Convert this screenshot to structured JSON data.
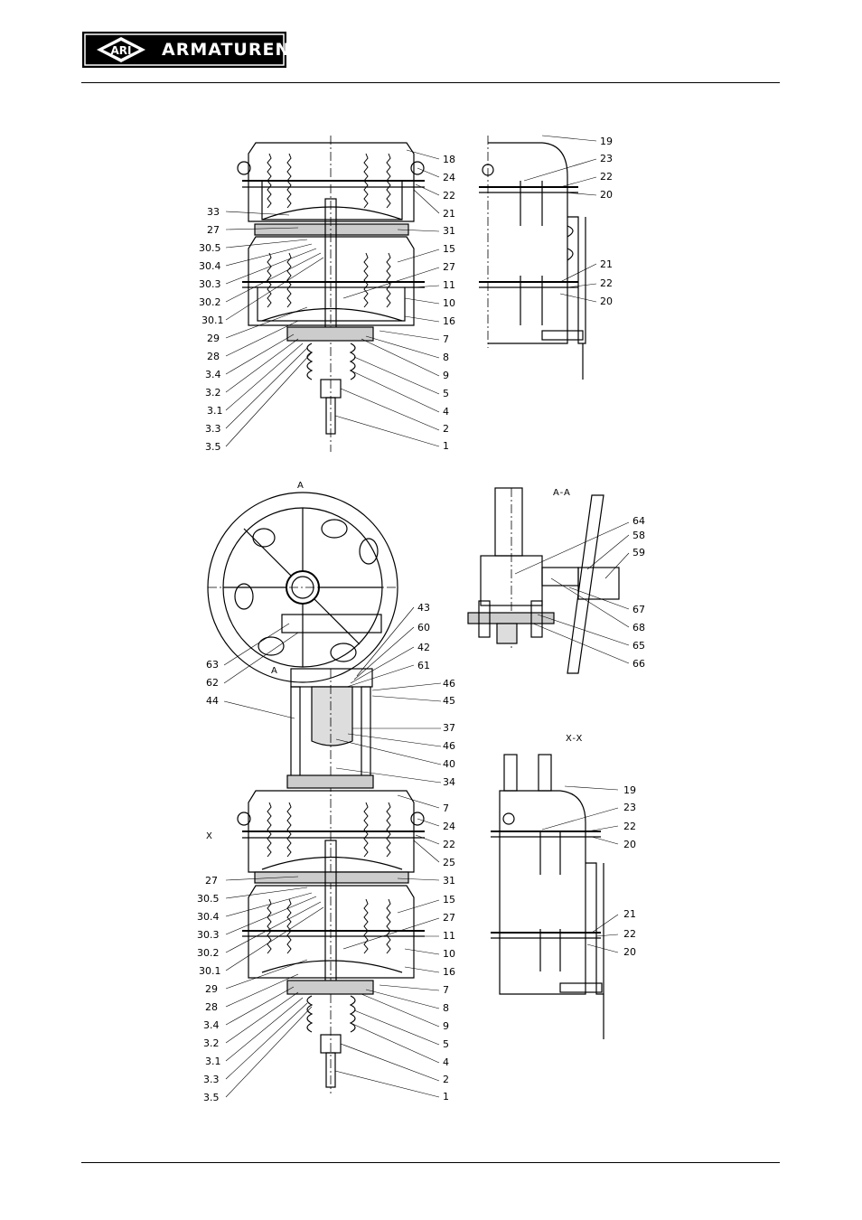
{
  "header": {
    "logo_mark": "ARI",
    "brand": "ARMATUREN"
  },
  "figure_top": {
    "main_left": [
      "33",
      "27",
      "30.5",
      "30.4",
      "30.3",
      "30.2",
      "30.1",
      "29",
      "28",
      "3.4",
      "3.2",
      "3.1",
      "3.3",
      "3.5"
    ],
    "main_right": [
      "18",
      "24",
      "22",
      "21",
      "31",
      "15",
      "27",
      "11",
      "10",
      "16",
      "7",
      "8",
      "9",
      "5",
      "4",
      "2",
      "1"
    ],
    "side_right": [
      "19",
      "23",
      "22",
      "20",
      "21",
      "22",
      "20"
    ]
  },
  "figure_bottom": {
    "section_aa": "A-A",
    "section_xx": "X-X",
    "section_mark_a": "A",
    "section_mark_x": "X",
    "aa_labels": [
      "64",
      "58",
      "59",
      "67",
      "68",
      "65",
      "66"
    ],
    "handwheel_left": [
      "63",
      "62",
      "44"
    ],
    "handwheel_right": [
      "43",
      "60",
      "42",
      "61",
      "46",
      "45",
      "37",
      "46",
      "40",
      "34"
    ],
    "main_left": [
      "27",
      "30.5",
      "30.4",
      "30.3",
      "30.2",
      "30.1",
      "29",
      "28",
      "3.4",
      "3.2",
      "3.1",
      "3.3",
      "3.5"
    ],
    "main_right": [
      "7",
      "24",
      "22",
      "25",
      "31",
      "15",
      "27",
      "11",
      "10",
      "16",
      "7",
      "8",
      "9",
      "5",
      "4",
      "2",
      "1"
    ],
    "xx_labels": [
      "19",
      "23",
      "22",
      "20",
      "21",
      "22",
      "20"
    ]
  }
}
